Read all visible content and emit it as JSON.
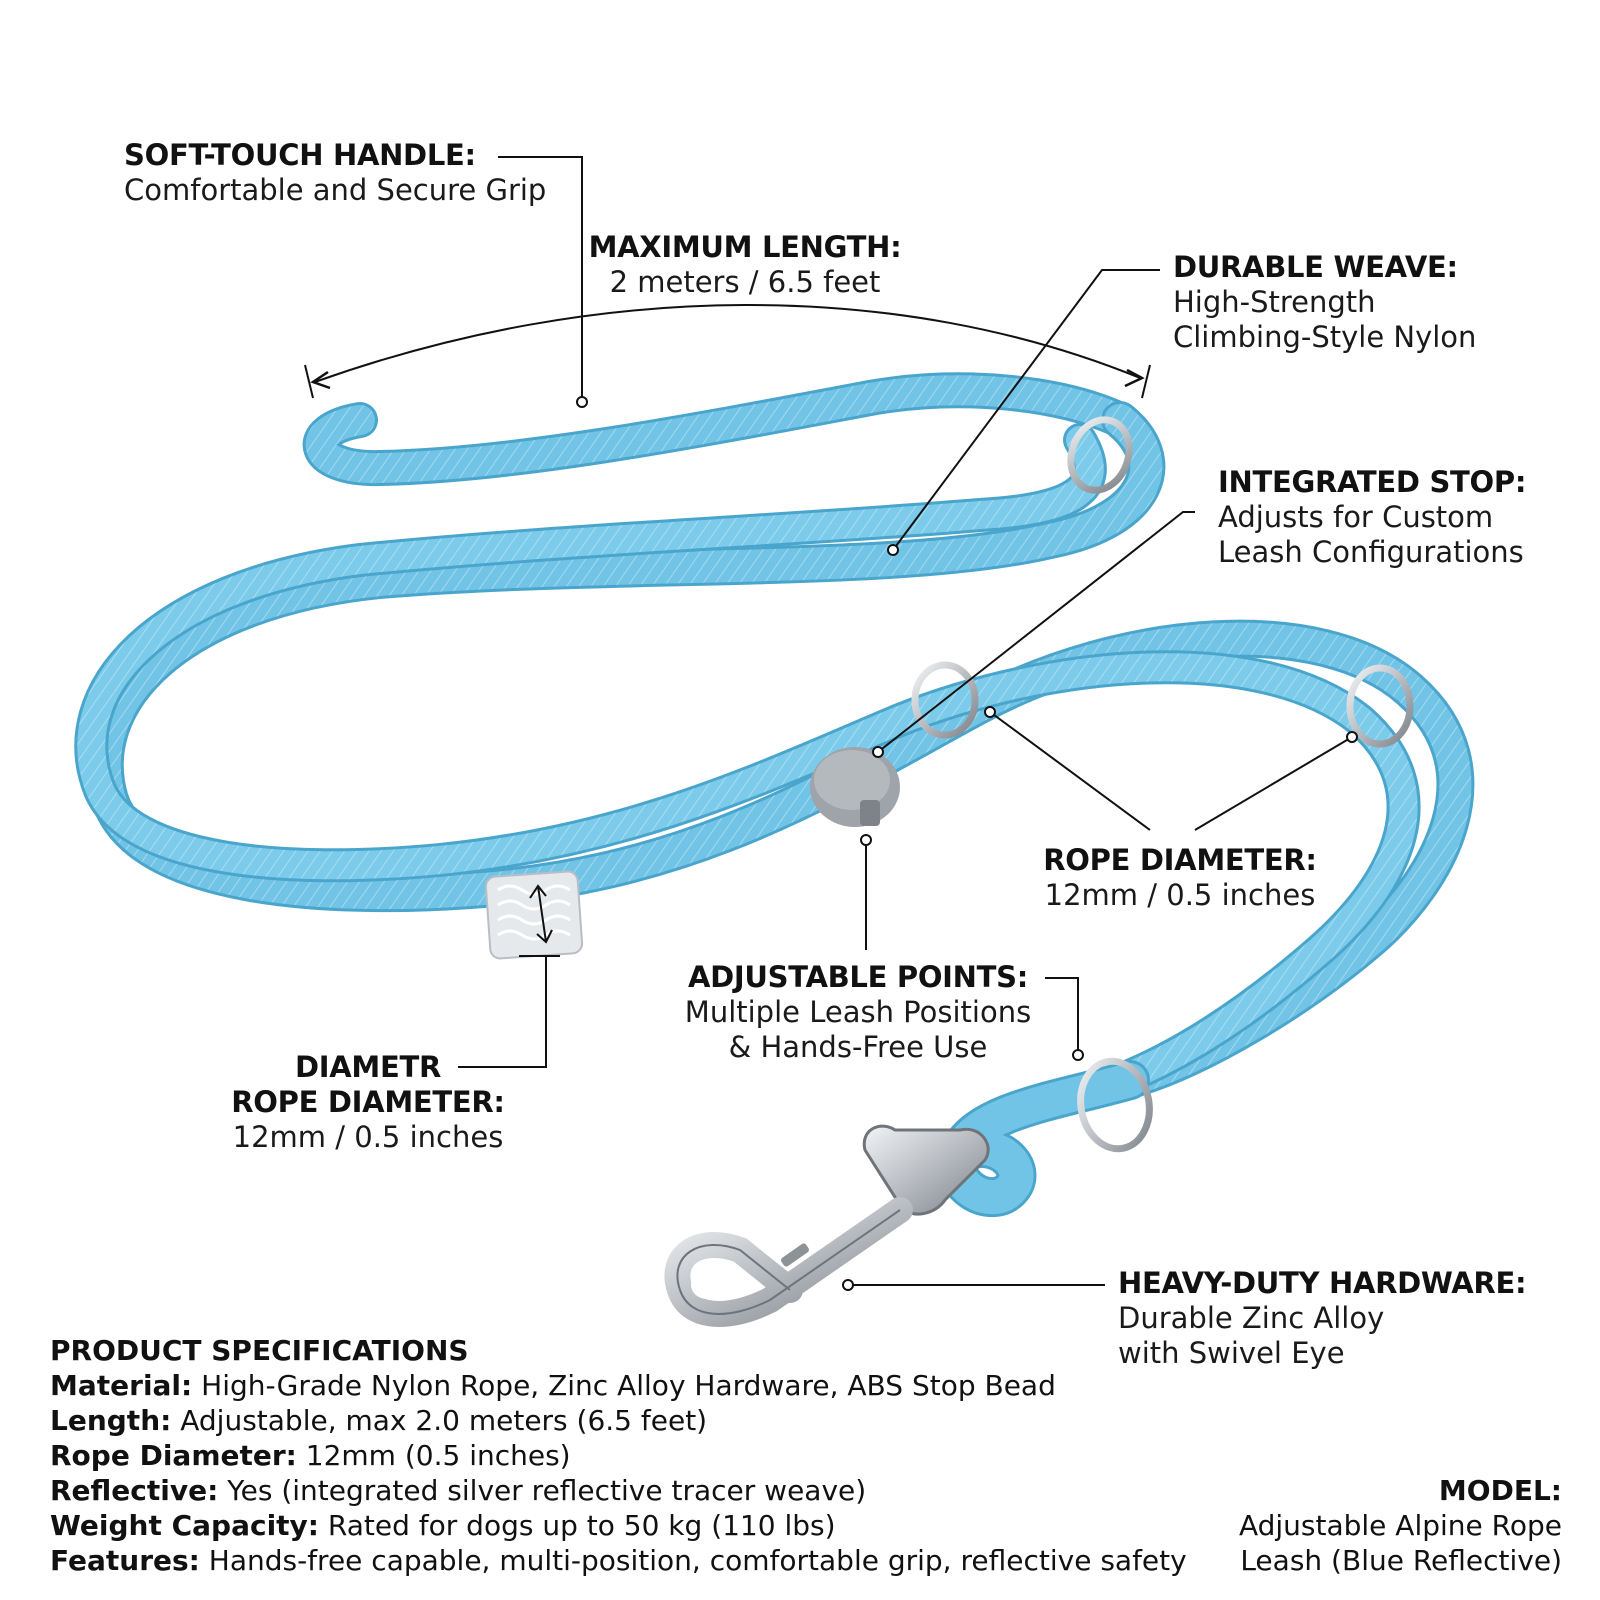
{
  "callouts": {
    "handle": {
      "heading": "SOFT-TOUCH HANDLE:",
      "lines": [
        "Comfortable and Secure Grip"
      ]
    },
    "length": {
      "heading": "MAXIMUM LENGTH:",
      "lines": [
        "2 meters / 6.5 feet"
      ]
    },
    "weave": {
      "heading": "DURABLE WEAVE:",
      "lines": [
        "High-Strength",
        "Climbing-Style Nylon"
      ]
    },
    "stop": {
      "heading": "INTEGRATED STOP:",
      "lines": [
        "Adjusts for Custom",
        "Leash Configurations"
      ]
    },
    "rope_diameter_right": {
      "heading": "ROPE DIAMETER:",
      "lines": [
        "12mm / 0.5 inches"
      ]
    },
    "adjustable": {
      "heading": "ADJUSTABLE POINTS:",
      "lines": [
        "Multiple Leash Positions",
        "& Hands-Free Use"
      ]
    },
    "diameter_left": {
      "heading": "DIAMETR",
      "heading2": "ROPE DIAMETER:",
      "lines": [
        "12mm / 0.5 inches"
      ]
    },
    "hardware": {
      "heading": "HEAVY-DUTY HARDWARE:",
      "lines": [
        "Durable Zinc Alloy",
        "with Swivel Eye"
      ]
    }
  },
  "specs": {
    "title": "PRODUCT SPECIFICATIONS",
    "rows": [
      {
        "label": "Material:",
        "value": "High-Grade Nylon Rope, Zinc Alloy Hardware, ABS Stop Bead"
      },
      {
        "label": "Length:",
        "value": "Adjustable, max 2.0 meters (6.5 feet)"
      },
      {
        "label": "Rope Diameter:",
        "value": "12mm (0.5 inches)"
      },
      {
        "label": "Reflective:",
        "value": "Yes (integrated silver reflective tracer weave)"
      },
      {
        "label": "Weight Capacity:",
        "value": "Rated for dogs up to 50 kg (110 lbs)"
      },
      {
        "label": "Features:",
        "value": "Hands-free capable, multi-position, comfortable grip, reflective safety"
      }
    ]
  },
  "model": {
    "heading": "MODEL:",
    "lines": [
      "Adjustable Alpine Rope",
      "Leash (Blue Reflective)"
    ]
  },
  "colors": {
    "rope": "#6fc1e3",
    "rope_dark": "#4aa5cc",
    "rope_light": "#a9dcf0",
    "metal": "#c8ccd0",
    "stop_bead": "#9aa0a6",
    "ink": "#111111"
  }
}
